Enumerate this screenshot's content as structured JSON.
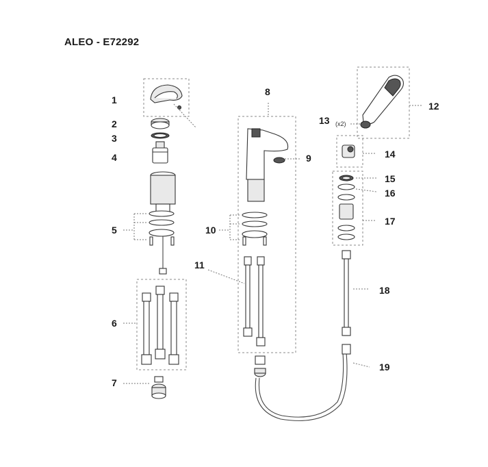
{
  "title": "ALEO - E72292",
  "callouts": [
    {
      "id": "1",
      "label": "1"
    },
    {
      "id": "2",
      "label": "2"
    },
    {
      "id": "3",
      "label": "3"
    },
    {
      "id": "4",
      "label": "4"
    },
    {
      "id": "5",
      "label": "5"
    },
    {
      "id": "6",
      "label": "6"
    },
    {
      "id": "7",
      "label": "7"
    },
    {
      "id": "8",
      "label": "8"
    },
    {
      "id": "9",
      "label": "9"
    },
    {
      "id": "10",
      "label": "10"
    },
    {
      "id": "11",
      "label": "11"
    },
    {
      "id": "12",
      "label": "12"
    },
    {
      "id": "13",
      "label": "13"
    },
    {
      "id": "14",
      "label": "14"
    },
    {
      "id": "15",
      "label": "15"
    },
    {
      "id": "16",
      "label": "16"
    },
    {
      "id": "17",
      "label": "17"
    },
    {
      "id": "18",
      "label": "18"
    },
    {
      "id": "19",
      "label": "19"
    }
  ],
  "note_x2": "(x2)"
}
